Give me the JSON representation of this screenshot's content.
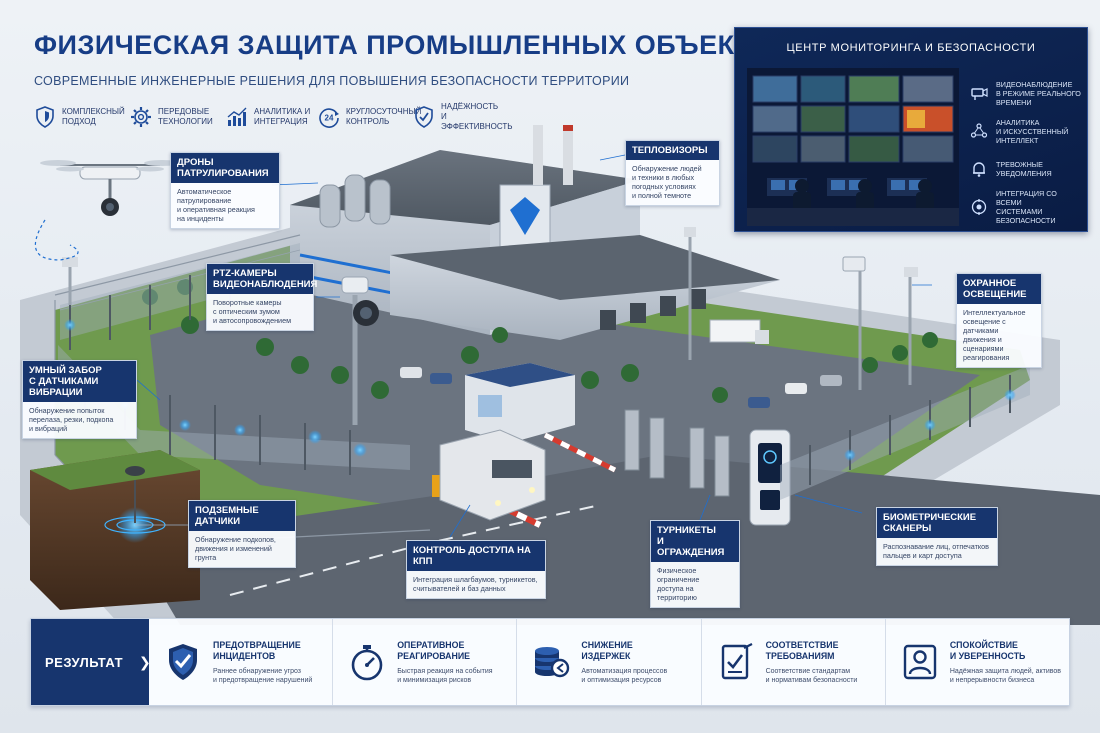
{
  "header": {
    "title": "ФИЗИЧЕСКАЯ ЗАЩИТА ПРОМЫШЛЕННЫХ ОБЪЕКТОВ",
    "subtitle": "СОВРЕМЕННЫЕ ИНЖЕНЕРНЫЕ РЕШЕНИЯ ДЛЯ ПОВЫШЕНИЯ БЕЗОПАСНОСТИ ТЕРРИТОРИИ"
  },
  "features": [
    {
      "icon": "shield-icon",
      "line1": "Комплексный",
      "line2": "подход"
    },
    {
      "icon": "gear-icon",
      "line1": "Передовые",
      "line2": "технологии"
    },
    {
      "icon": "chart-icon",
      "line1": "Аналитика и",
      "line2": "интеграция"
    },
    {
      "icon": "clock-24-icon",
      "line1": "Круглосуточный",
      "line2": "контроль"
    },
    {
      "icon": "shield-check-icon",
      "line1": "Надёжность",
      "line2": "и эффективность"
    }
  ],
  "monitor": {
    "title": "ЦЕНТР МОНИТОРИНГА И БЕЗОПАСНОСТИ",
    "items": [
      {
        "icon": "camera-icon",
        "l1": "Видеонаблюдение",
        "l2": "в режиме реального",
        "l3": "времени"
      },
      {
        "icon": "ai-network-icon",
        "l1": "Аналитика",
        "l2": "и искусственный",
        "l3": "интеллект"
      },
      {
        "icon": "bell-icon",
        "l1": "Тревожные",
        "l2": "уведомления",
        "l3": ""
      },
      {
        "icon": "integration-icon",
        "l1": "Интеграция со всеми",
        "l2": "системами безопасности",
        "l3": ""
      }
    ]
  },
  "callouts": {
    "drones": {
      "title1": "Дроны",
      "title2": "патрулирования",
      "text1": "Автоматическое патрулирование",
      "text2": "и оперативная реакция",
      "text3": "на инциденты"
    },
    "thermal": {
      "title1": "Тепловизоры",
      "text1": "Обнаружение людей",
      "text2": "и техники в любых",
      "text3": "погодных условиях",
      "text4": "и полной темноте"
    },
    "ptz": {
      "title1": "PTZ-камеры",
      "title2": "видеонаблюдения",
      "text1": "Поворотные камеры",
      "text2": "с оптическим зумом",
      "text3": "и автосопровождением"
    },
    "fence": {
      "title1": "Умный забор",
      "title2": "с датчиками вибрации",
      "text1": "Обнаружение попыток",
      "text2": "перелаза, резки, подкопа",
      "text3": "и вибраций"
    },
    "lighting": {
      "title1": "Охранное",
      "title2": "освещение",
      "text1": "Интеллектуальное",
      "text2": "освещение с датчиками",
      "text3": "движения и сценариями",
      "text4": "реагирования"
    },
    "underground": {
      "title1": "Подземные датчики",
      "text1": "Обнаружение подкопов,",
      "text2": "движения и изменений",
      "text3": "грунта"
    },
    "access": {
      "title1": "Контроль доступа на КПП",
      "text1": "Интеграция шлагбаумов, турникетов,",
      "text2": "считывателей и баз данных"
    },
    "turnstiles": {
      "title1": "Турникеты",
      "title2": "и ограждения",
      "text1": "Физическое ограничение",
      "text2": "доступа на территорию"
    },
    "biometric": {
      "title1": "Биометрические сканеры",
      "text1": "Распознавание лиц, отпечатков",
      "text2": "пальцев и карт доступа"
    }
  },
  "result": {
    "label": "РЕЗУЛЬТАТ",
    "items": [
      {
        "icon": "shield-check-icon",
        "t1": "Предотвращение",
        "t2": "инцидентов",
        "d1": "Раннее обнаружение угроз",
        "d2": "и предотвращение нарушений"
      },
      {
        "icon": "stopwatch-icon",
        "t1": "Оперативное",
        "t2": "реагирование",
        "d1": "Быстрая реакция на события",
        "d2": "и минимизация рисков"
      },
      {
        "icon": "coins-icon",
        "t1": "Снижение",
        "t2": "издержек",
        "d1": "Автоматизация процессов",
        "d2": "и оптимизация ресурсов"
      },
      {
        "icon": "document-check-icon",
        "t1": "Соответствие",
        "t2": "требованиям",
        "d1": "Соответствие стандартам",
        "d2": "и нормативам безопасности"
      },
      {
        "icon": "person-shield-icon",
        "t1": "Спокойствие",
        "t2": "и уверенность",
        "d1": "Надёжная защита людей, активов",
        "d2": "и непрерывности бизнеса"
      }
    ]
  },
  "colors": {
    "navy": "#17356e",
    "accent": "#1f6fd1",
    "glow": "#2fa8ff",
    "panel": "#0f2858"
  }
}
